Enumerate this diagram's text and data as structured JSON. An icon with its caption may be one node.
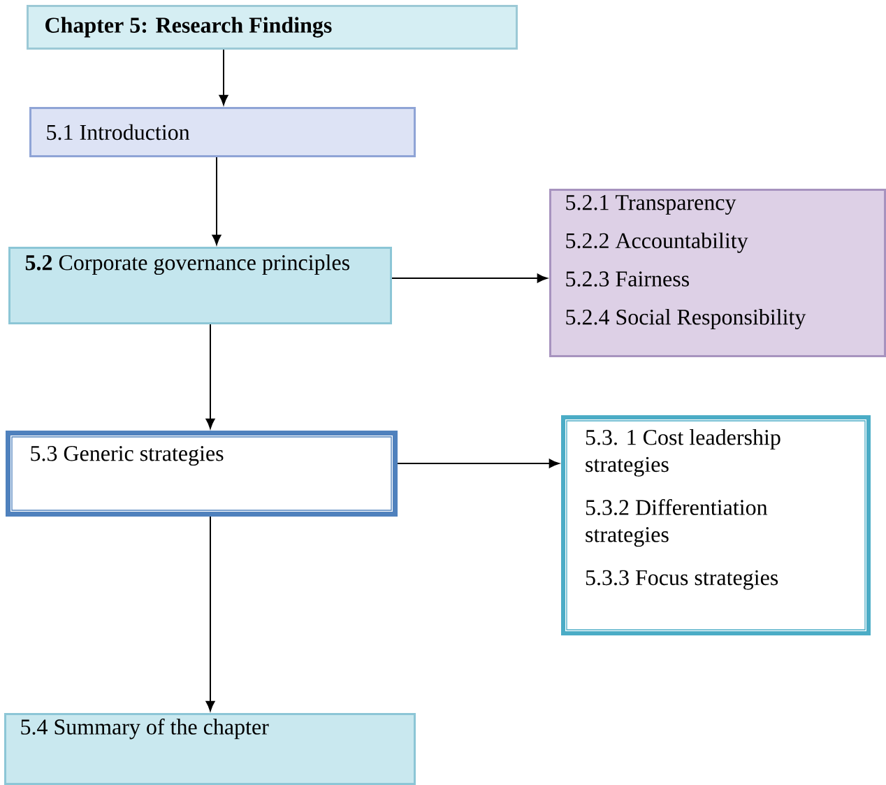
{
  "diagram": {
    "nodes": [
      {
        "text": [
          "Chapter 5: Research Findings"
        ]
      },
      {
        "text": [
          "5.1 Introduction"
        ]
      },
      {
        "text": [
          "**5.2**  Corporate governance principles"
        ]
      },
      {
        "text": [
          "5.2.1 Transparency",
          "5.2.2 Accountability",
          "5.2.3 Fairness",
          "5.2.4 Social Responsibility"
        ]
      },
      {
        "text": [
          "5.3 Generic strategies"
        ]
      },
      {
        "text": [
          "5.3. 1 Cost leadership strategies",
          "5.3.2 Differentiation strategies",
          "5.3.3 Focus strategies"
        ]
      },
      {
        "text": [
          "5.4 Summary of the chapter"
        ]
      }
    ],
    "edges": [
      {
        "from": 0,
        "to": 1,
        "arrow": "to"
      },
      {
        "from": 1,
        "to": 2,
        "arrow": "to"
      },
      {
        "from": 2,
        "to": 3,
        "arrow": "to"
      },
      {
        "from": 2,
        "to": 4,
        "arrow": "to"
      },
      {
        "from": 4,
        "to": 5,
        "arrow": "to"
      },
      {
        "from": 4,
        "to": 6,
        "arrow": "to"
      }
    ]
  }
}
